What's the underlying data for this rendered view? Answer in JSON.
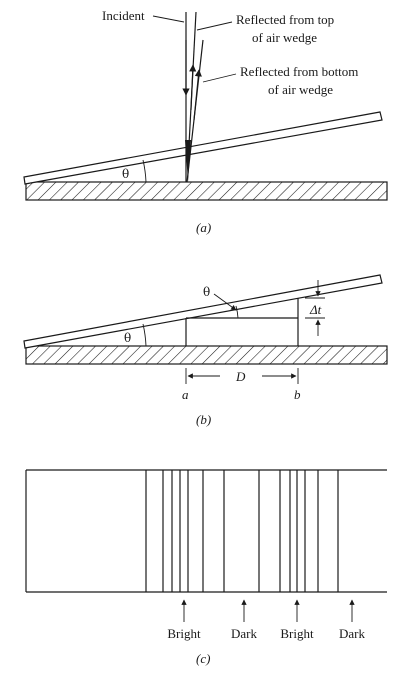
{
  "panel_a": {
    "incident_label": "Incident",
    "reflected_top_label_1": "Reflected from top",
    "reflected_top_label_2": "of air wedge",
    "reflected_bottom_label_1": "Reflected from bottom",
    "reflected_bottom_label_2": "of air wedge",
    "angle_label": "θ",
    "caption": "(a)"
  },
  "panel_b": {
    "angle_label_top": "θ",
    "angle_label_bottom": "θ",
    "thickness_label": "Δt",
    "distance_label": "D",
    "point_a_label": "a",
    "point_b_label": "b",
    "caption": "(b)"
  },
  "panel_c": {
    "fringe_labels": [
      "Bright",
      "Dark",
      "Bright",
      "Dark"
    ],
    "caption": "(c)"
  }
}
